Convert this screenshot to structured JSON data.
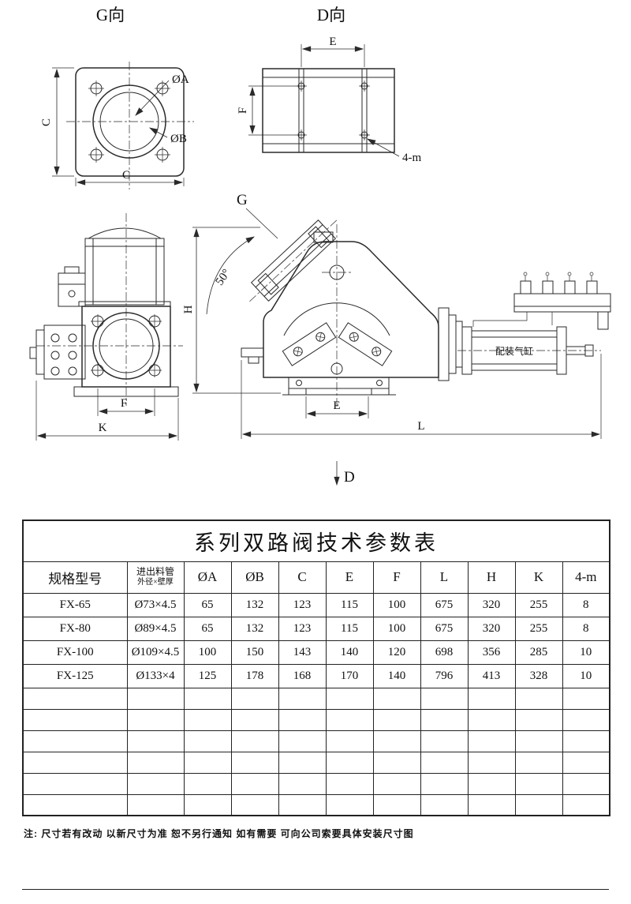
{
  "drawing": {
    "g_view": {
      "title": "G向",
      "dim_oa": "ØA",
      "dim_ob": "ØB",
      "dim_c_left": "C",
      "dim_c_bottom": "C"
    },
    "d_view": {
      "title": "D向",
      "dim_e": "E",
      "dim_f": "F",
      "dim_4m": "4-m"
    },
    "front_view": {
      "dim_f": "F",
      "dim_k": "K"
    },
    "side_view": {
      "label_g": "G",
      "angle_label": "50°",
      "dim_h": "H",
      "dim_e": "E",
      "dim_l": "L",
      "label_d": "D",
      "cylinder_note": "配装气缸"
    }
  },
  "table": {
    "title": "系列双路阀技术参数表",
    "headers": {
      "model": "规格型号",
      "pipe_line1": "进出料管",
      "pipe_line2": "外径×壁厚",
      "oa": "ØA",
      "ob": "ØB",
      "c": "C",
      "e": "E",
      "f": "F",
      "l": "L",
      "h": "H",
      "k": "K",
      "m": "4-m"
    },
    "rows": [
      {
        "model": "FX-65",
        "pipe": "Ø73×4.5",
        "oa": "65",
        "ob": "132",
        "c": "123",
        "e": "115",
        "f": "100",
        "l": "675",
        "h": "320",
        "k": "255",
        "m": "8"
      },
      {
        "model": "FX-80",
        "pipe": "Ø89×4.5",
        "oa": "65",
        "ob": "132",
        "c": "123",
        "e": "115",
        "f": "100",
        "l": "675",
        "h": "320",
        "k": "255",
        "m": "8"
      },
      {
        "model": "FX-100",
        "pipe": "Ø109×4.5",
        "oa": "100",
        "ob": "150",
        "c": "143",
        "e": "140",
        "f": "120",
        "l": "698",
        "h": "356",
        "k": "285",
        "m": "10"
      },
      {
        "model": "FX-125",
        "pipe": "Ø133×4",
        "oa": "125",
        "ob": "178",
        "c": "168",
        "e": "170",
        "f": "140",
        "l": "796",
        "h": "413",
        "k": "328",
        "m": "10"
      }
    ]
  },
  "note": "注: 尺寸若有改动 以新尺寸为准 恕不另行通知 如有需要 可向公司索要具体安装尺寸图"
}
